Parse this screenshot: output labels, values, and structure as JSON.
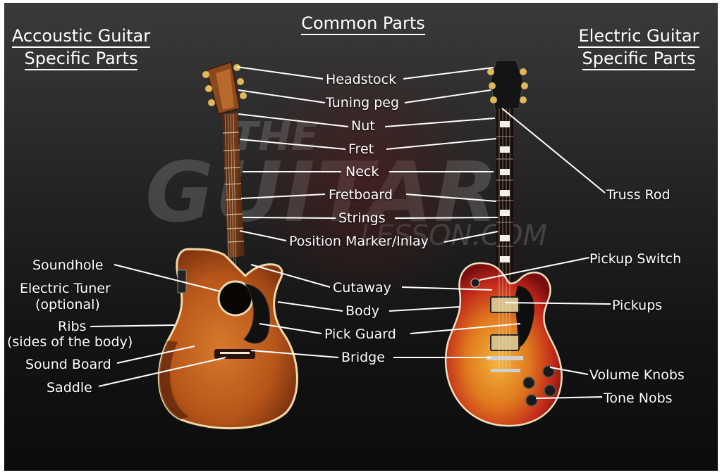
{
  "headers": {
    "left_line1": "Accoustic Guitar",
    "left_line2": "Specific Parts",
    "center": "Common Parts",
    "right_line1": "Electric Guitar",
    "right_line2": "Specific Parts"
  },
  "watermark": {
    "line1": "THE",
    "line2": "GUITAR",
    "line3": "LESSON.COM"
  },
  "common_parts": {
    "headstock": "Headstock",
    "tuning_peg": "Tuning peg",
    "nut": "Nut",
    "fret": "Fret",
    "neck": "Neck",
    "fretboard": "Fretboard",
    "strings": "Strings",
    "position_marker": "Position Marker/Inlay",
    "cutaway": "Cutaway",
    "body": "Body",
    "pick_guard": "Pick Guard",
    "bridge": "Bridge"
  },
  "acoustic_parts": {
    "soundhole": "Soundhole",
    "electric_tuner_1": "Electric Tuner",
    "electric_tuner_2": "(optional)",
    "ribs_1": "Ribs",
    "ribs_2": "(sides of the body)",
    "sound_board": "Sound Board",
    "saddle": "Saddle"
  },
  "electric_parts": {
    "truss_rod": "Truss Rod",
    "pickup_switch": "Pickup Switch",
    "pickups": "Pickups",
    "volume_knobs": "Volume Knobs",
    "tone_nobs": "Tone Nobs"
  },
  "colors": {
    "acoustic_body": "#c2611f",
    "electric_body": "#d2301f",
    "background_top": "#3a3a3a",
    "background_bottom": "#0c0c0c"
  }
}
